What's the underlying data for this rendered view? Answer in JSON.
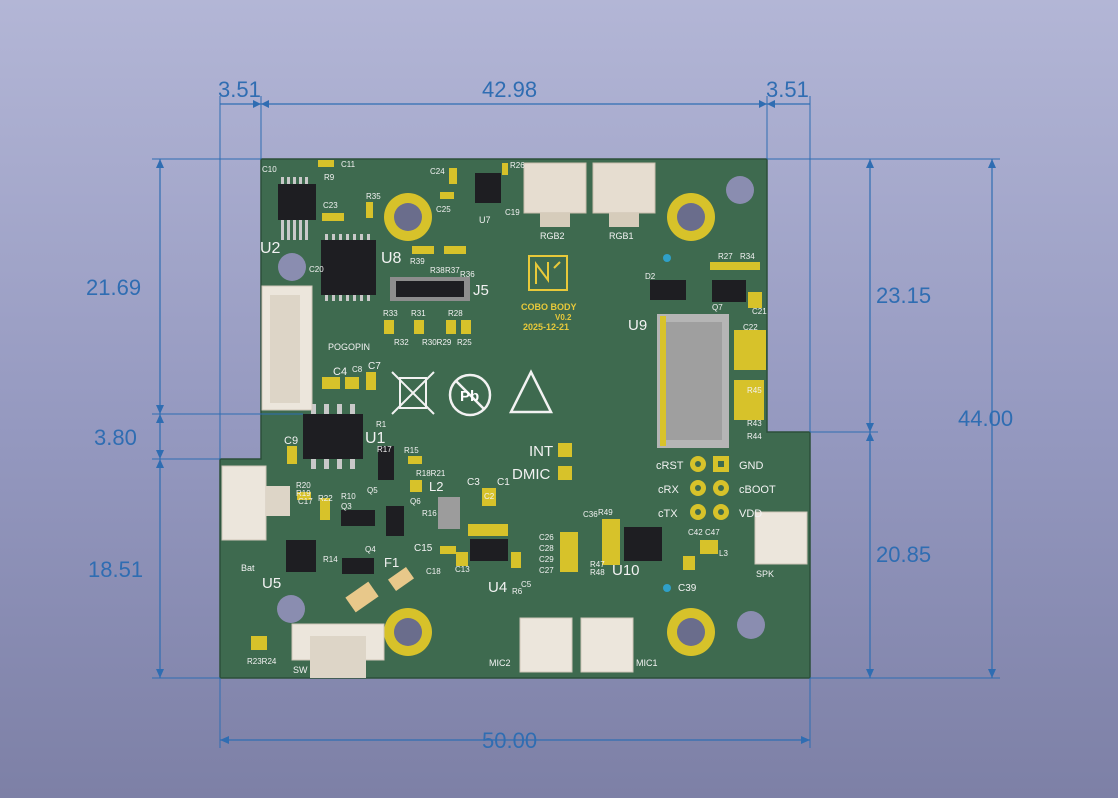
{
  "dimensions": {
    "top_left_margin": "3.51",
    "top_width": "42.98",
    "top_right_margin": "3.51",
    "left_upper_height": "21.69",
    "left_notch": "3.80",
    "left_lower_height": "18.51",
    "right_upper_height": "23.15",
    "right_lower_height": "20.85",
    "right_total_height": "44.00",
    "bottom_width": "50.00"
  },
  "refdes_major": {
    "u1": "U1",
    "u2": "U2",
    "u4": "U4",
    "u5": "U5",
    "u8": "U8",
    "u9": "U9",
    "u10": "U10",
    "u7": "U7",
    "j5": "J5",
    "l2": "L2",
    "f1": "F1"
  },
  "connectors": {
    "rgb1": "RGB1",
    "rgb2": "RGB2",
    "pogopin": "POGOPIN",
    "bat": "Bat",
    "sw": "SW",
    "mic1": "MIC1",
    "mic2": "MIC2",
    "spk": "SPK"
  },
  "logo": {
    "name": "COBO BODY",
    "version": "V0.2",
    "date": "2025-12-21"
  },
  "jumpers": {
    "int": "INT",
    "dmic": "DMIC"
  },
  "pads": {
    "crst": "cRST",
    "gnd": "GND",
    "crx": "cRX",
    "cboot": "cBOOT",
    "ctx": "cTX",
    "vdd": "VDD"
  },
  "refdes_small": {
    "c10": "C10",
    "c11": "C11",
    "r9": "R9",
    "c24": "C24",
    "r26": "R26",
    "c25": "C25",
    "c19": "C19",
    "r35": "R35",
    "c23": "C23",
    "c20": "C20",
    "r39": "R39",
    "r38": "R38",
    "r37": "R37",
    "r36": "R36",
    "r33": "R33",
    "r31": "R31",
    "r28": "R28",
    "r32": "R32",
    "r30r29": "R30R29",
    "r25": "R25",
    "c4": "C4",
    "c8": "C8",
    "c7": "C7",
    "r1": "R1",
    "c9": "C9",
    "r17": "R17",
    "r15": "R15",
    "r18r21": "R18R21",
    "r20": "R20",
    "r19": "R19",
    "c17": "C17",
    "r22": "R22",
    "r10": "R10",
    "q5": "Q5",
    "q3": "Q3",
    "q6": "Q6",
    "r16": "R16",
    "r14": "R14",
    "q4": "Q4",
    "c3": "C3",
    "c2": "C2",
    "c1": "C1",
    "c15": "C15",
    "c13": "C13",
    "c5": "C5",
    "r6": "R6",
    "c18": "C18",
    "r23r24": "R23R24",
    "c26": "C26",
    "c28": "C28",
    "c29": "C29",
    "c27": "C27",
    "c36": "C36",
    "r49": "R49",
    "r47": "R47",
    "r48": "R48",
    "c42": "C42",
    "c47": "C47",
    "l3": "L3",
    "c39": "C39",
    "d2": "D2",
    "r27": "R27",
    "r34": "R34",
    "q7": "Q7",
    "c21": "C21",
    "c22": "C22",
    "r45": "R45",
    "r43": "R43",
    "r44": "R44"
  }
}
